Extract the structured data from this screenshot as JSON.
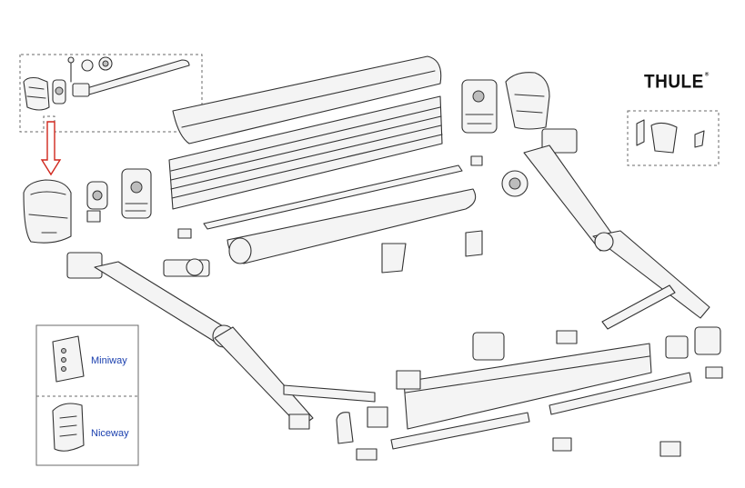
{
  "brand": {
    "logo_text": "THULE"
  },
  "remotes": {
    "items": [
      {
        "name": "Miniway"
      },
      {
        "name": "Niceway"
      }
    ]
  },
  "colors": {
    "line": "#333333",
    "arrow": "#d0271d",
    "label": "#1a3fae",
    "dashed": "#6a6a6a"
  },
  "icons": [
    "detail-inset",
    "red-arrow-down-icon",
    "remote-control-icon"
  ]
}
